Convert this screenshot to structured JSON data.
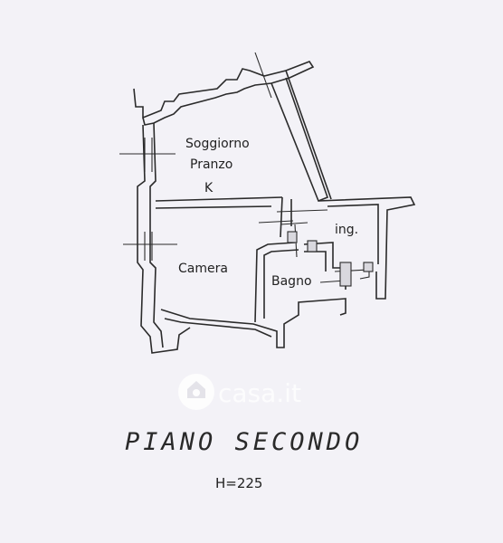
{
  "rooms": {
    "soggiorno": "Soggiorno",
    "pranzo": "Pranzo",
    "kitchen": "K",
    "camera": "Camera",
    "bagno": "Bagno",
    "ingresso": "ing."
  },
  "floor_title": "PIANO SECONDO",
  "ceiling_height": "H=225",
  "watermark": {
    "text": "casa.it",
    "icon": "house-logo-icon"
  }
}
